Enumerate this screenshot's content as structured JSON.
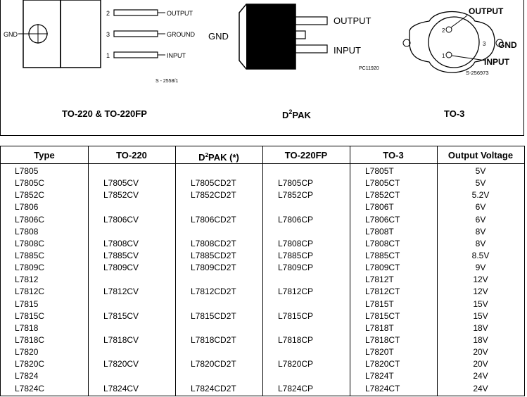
{
  "packages": {
    "to220": {
      "pins": [
        {
          "num": "2",
          "label": "OUTPUT"
        },
        {
          "num": "3",
          "label": "GROUND"
        },
        {
          "num": "1",
          "label": "INPUT"
        }
      ],
      "tab_label": "GND",
      "code": "S - 2558/1",
      "caption": "TO-220 & TO-220FP"
    },
    "d2pak": {
      "gnd_label": "GND",
      "output_label": "OUTPUT",
      "input_label": "INPUT",
      "code": "PC11920",
      "caption_pre": "D",
      "caption_sup": "2",
      "caption_post": "PAK"
    },
    "to3": {
      "output_label": "OUTPUT",
      "gnd_label": "GND",
      "input_label": "INPUT",
      "pin_out": "2",
      "pin_in": "1",
      "pin_gnd": "3",
      "code": "S-256973",
      "caption": "TO-3"
    }
  },
  "table": {
    "headers": {
      "type": "Type",
      "to220": "TO-220",
      "d2pak_pre": "D",
      "d2pak_sup": "2",
      "d2pak_post": "PAK (*)",
      "to220fp": "TO-220FP",
      "to3": "TO-3",
      "volt": "Output Voltage"
    },
    "rows": [
      {
        "type": "L7805",
        "to220": "",
        "d2pak": "",
        "to220fp": "",
        "to3": "L7805T",
        "volt": "5V"
      },
      {
        "type": "L7805C",
        "to220": "L7805CV",
        "d2pak": "L7805CD2T",
        "to220fp": "L7805CP",
        "to3": "L7805CT",
        "volt": "5V"
      },
      {
        "type": "L7852C",
        "to220": "L7852CV",
        "d2pak": "L7852CD2T",
        "to220fp": "L7852CP",
        "to3": "L7852CT",
        "volt": "5.2V"
      },
      {
        "type": "L7806",
        "to220": "",
        "d2pak": "",
        "to220fp": "",
        "to3": "L7806T",
        "volt": "6V"
      },
      {
        "type": "L7806C",
        "to220": "L7806CV",
        "d2pak": "L7806CD2T",
        "to220fp": "L7806CP",
        "to3": "L7806CT",
        "volt": "6V"
      },
      {
        "type": "L7808",
        "to220": "",
        "d2pak": "",
        "to220fp": "",
        "to3": "L7808T",
        "volt": "8V"
      },
      {
        "type": "L7808C",
        "to220": "L7808CV",
        "d2pak": "L7808CD2T",
        "to220fp": "L7808CP",
        "to3": "L7808CT",
        "volt": "8V"
      },
      {
        "type": "L7885C",
        "to220": "L7885CV",
        "d2pak": "L7885CD2T",
        "to220fp": "L7885CP",
        "to3": "L7885CT",
        "volt": "8.5V"
      },
      {
        "type": "L7809C",
        "to220": "L7809CV",
        "d2pak": "L7809CD2T",
        "to220fp": "L7809CP",
        "to3": "L7809CT",
        "volt": "9V"
      },
      {
        "type": "L7812",
        "to220": "",
        "d2pak": "",
        "to220fp": "",
        "to3": "L7812T",
        "volt": "12V"
      },
      {
        "type": "L7812C",
        "to220": "L7812CV",
        "d2pak": "L7812CD2T",
        "to220fp": "L7812CP",
        "to3": "L7812CT",
        "volt": "12V"
      },
      {
        "type": "L7815",
        "to220": "",
        "d2pak": "",
        "to220fp": "",
        "to3": "L7815T",
        "volt": "15V"
      },
      {
        "type": "L7815C",
        "to220": "L7815CV",
        "d2pak": "L7815CD2T",
        "to220fp": "L7815CP",
        "to3": "L7815CT",
        "volt": "15V"
      },
      {
        "type": "L7818",
        "to220": "",
        "d2pak": "",
        "to220fp": "",
        "to3": "L7818T",
        "volt": "18V"
      },
      {
        "type": "L7818C",
        "to220": "L7818CV",
        "d2pak": "L7818CD2T",
        "to220fp": "L7818CP",
        "to3": "L7818CT",
        "volt": "18V"
      },
      {
        "type": "L7820",
        "to220": "",
        "d2pak": "",
        "to220fp": "",
        "to3": "L7820T",
        "volt": "20V"
      },
      {
        "type": "L7820C",
        "to220": "L7820CV",
        "d2pak": "L7820CD2T",
        "to220fp": "L7820CP",
        "to3": "L7820CT",
        "volt": "20V"
      },
      {
        "type": "L7824",
        "to220": "",
        "d2pak": "",
        "to220fp": "",
        "to3": "L7824T",
        "volt": "24V"
      },
      {
        "type": "L7824C",
        "to220": "L7824CV",
        "d2pak": "L7824CD2T",
        "to220fp": "L7824CP",
        "to3": "L7824CT",
        "volt": "24V"
      }
    ]
  }
}
